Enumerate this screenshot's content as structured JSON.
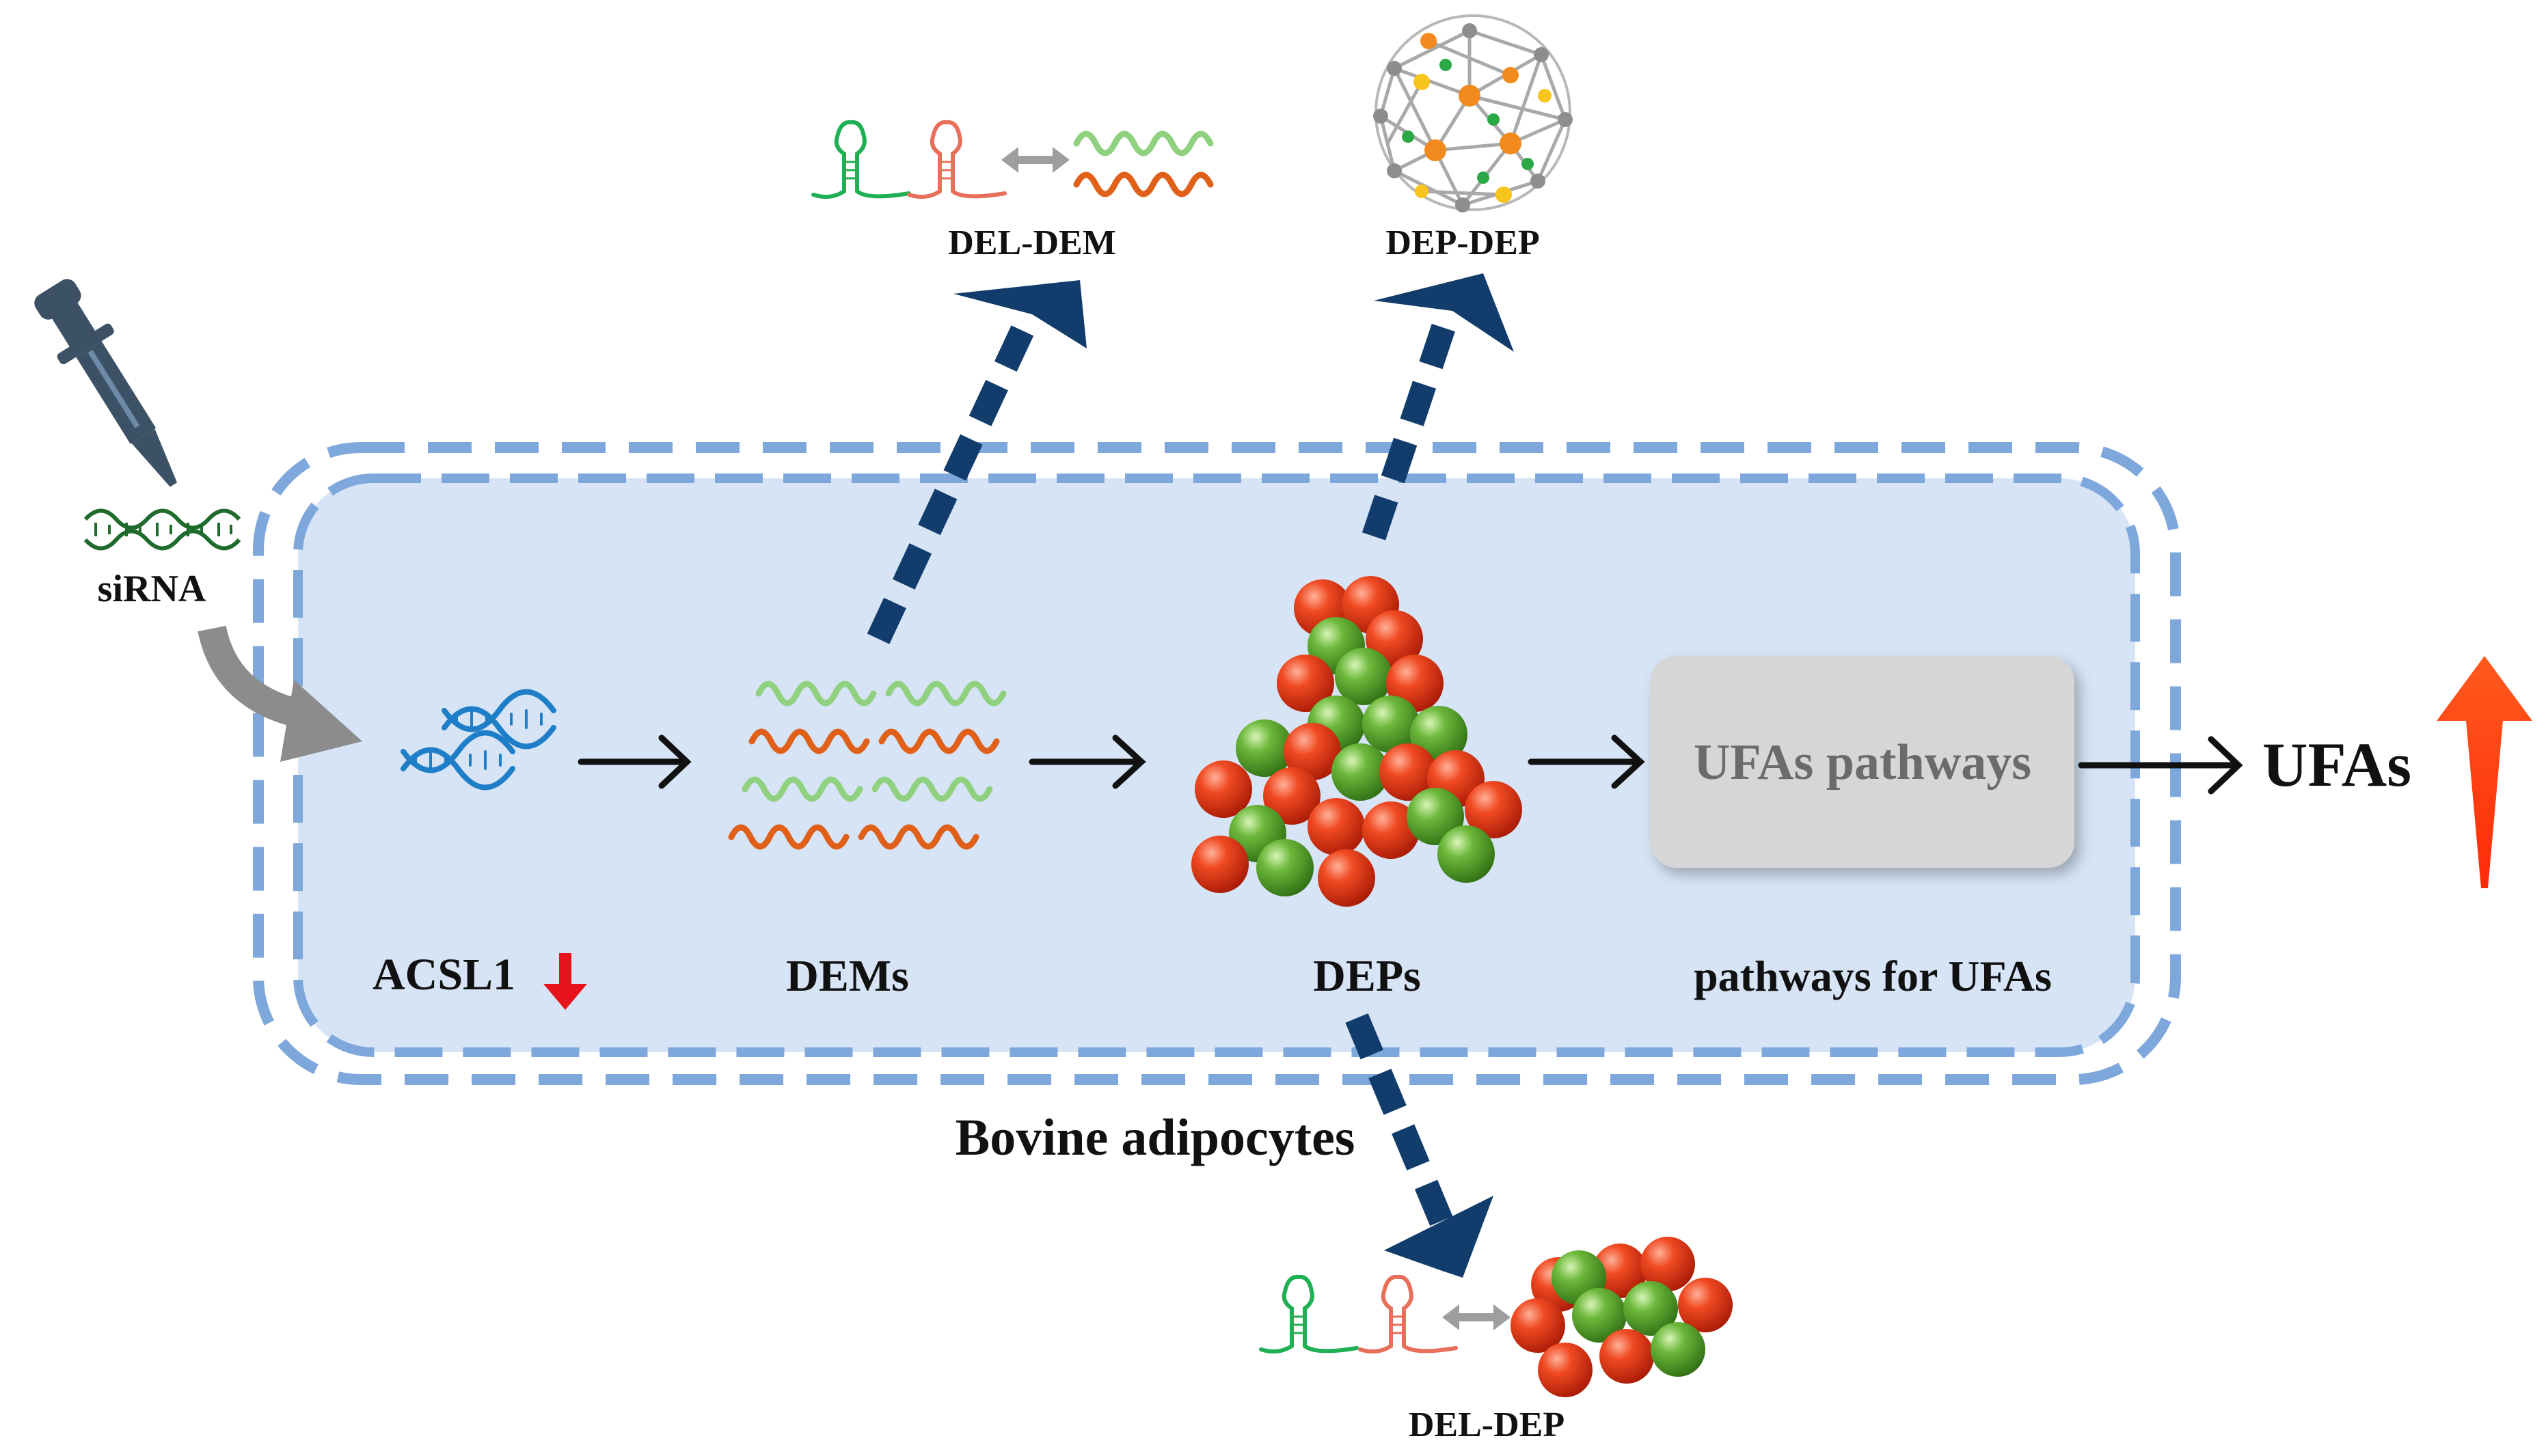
{
  "labels": {
    "sirna": "siRNA",
    "acsl1": "ACSL1",
    "dems": "DEMs",
    "deps": "DEPs",
    "pathways_for_ufas": "pathways for UFAs",
    "ufas_pathways": "UFAs pathways",
    "ufas": "UFAs",
    "bovine_adipocytes": "Bovine adipocytes",
    "del_dem": "DEL-DEM",
    "dep_dep": "DEP-DEP",
    "del_dep": "DEL-DEP"
  },
  "colors": {
    "cell_fill": "#d6e4f5",
    "cell_dash": "#7ea7dc",
    "dark_arrow": "#123c6b",
    "dna_blue": "#1f7ec8",
    "sirna_green": "#1f6b2e",
    "wave_green": "#90d17f",
    "wave_orange": "#e0601a",
    "ball_red": "#e63a1c",
    "ball_green": "#5aa830",
    "up_arrow": "#ff3a10",
    "down_arrow": "#e8121c",
    "pipette": "#3d5166",
    "gray_arrow": "#8c8c8c"
  },
  "icons": [
    "pipette-icon",
    "sirna-icon",
    "dna-icon",
    "mrna-waves-icon",
    "protein-cluster-icon",
    "network-icon",
    "lncrna-hairpin-icon"
  ]
}
